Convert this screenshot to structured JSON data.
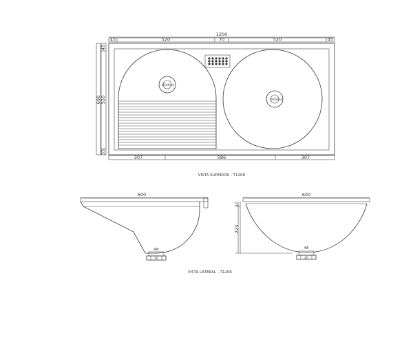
{
  "top_view": {
    "title": "VISTA SUPERIOR - T120R",
    "dims": {
      "overall_width": "1200",
      "top_left_margin": "45",
      "top_left_basin": "520",
      "top_center": "70",
      "top_right_basin": "520",
      "top_right_margin": "45",
      "bottom_left": "307",
      "bottom_center": "586",
      "bottom_right": "307",
      "left_outer": "600",
      "left_inner": "520",
      "left_top": "45",
      "left_bottom": "35"
    },
    "drain_labels": [
      "Ø104mm",
      "Ø104mm"
    ]
  },
  "side_view": {
    "title": "VISTA LATERAL - T120R",
    "dims": {
      "left_width": "600",
      "left_drain_width": "48",
      "left_drain_small": "20",
      "right_width": "600",
      "right_depth": "223",
      "right_lip": "17",
      "right_drain_width": "48",
      "right_drain_small": "20"
    }
  }
}
